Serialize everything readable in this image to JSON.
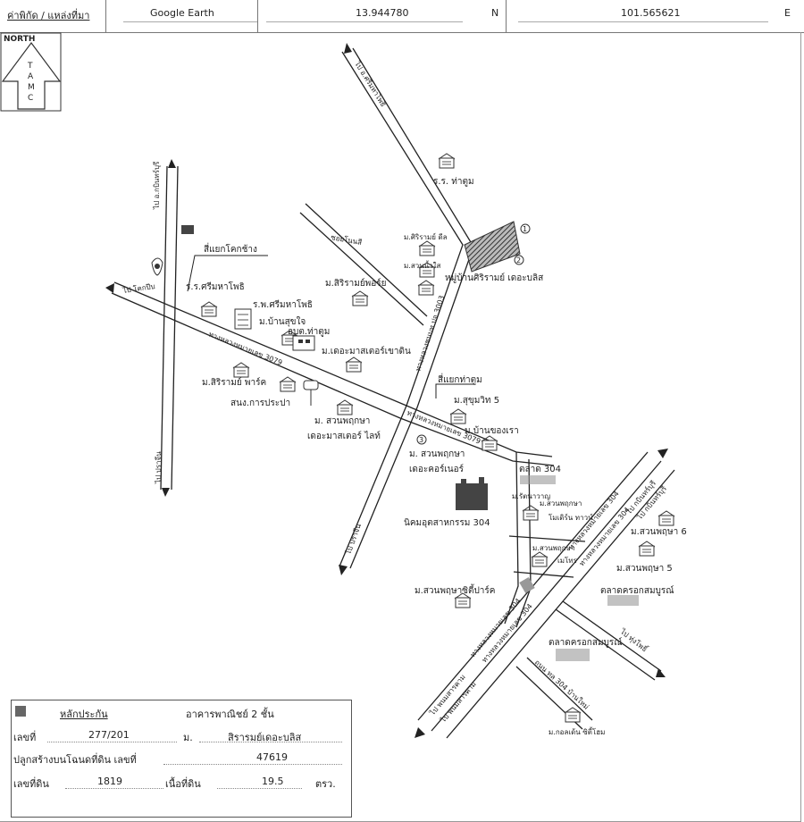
{
  "header": {
    "label": "ค่าพิกัด / แหล่งที่มา",
    "source": "Google Earth",
    "lat": "13.944780",
    "lat_dir": "N",
    "lon": "101.565621",
    "lon_dir": "E"
  },
  "north": {
    "title": "NORTH",
    "letters": [
      "T",
      "A",
      "M",
      "C"
    ]
  },
  "roads": {
    "r_sriphrao": "ไป อ.ศรีมหาโพธิ",
    "r_kabinburi_top": "ไป อ.กบินทร์บุรี",
    "r_khokpip": "ไป โคกปีบ",
    "r_prachin_left": "ไป ปราจีน",
    "r_prachin_bottom": "ไป ปราจีน",
    "r_kabinburi_right1": "ไป กบินทร์บุรี",
    "r_kabinburi_right2": "ไป กบินทร์บุรี",
    "r_nonsi": "ซอยโนนสี",
    "hw3079_a": "ทางหลวงหมายเลข 3079",
    "hw3079_b": "ทางหลวงหมายเลข 3079",
    "hw_north": "ทางหลวงชนบท ปจ.3003",
    "hw304_a": "ทางหลวงหมายเลข 304",
    "hw304_b": "ทางหลวงหมายเลข 304",
    "hw304_c": "ทางหลวงหมายเลข 304",
    "hw304_d": "ทางหลวงหมายเลข 304",
    "r_bottom_left1": "ไป พนมสารคาม",
    "r_bottom_left2": "ไป พนมสารคาม",
    "r_bottom_mid": "ถนน ทล 304 บ้านใหม่",
    "r_bottom_right": "ไป ทุ่งโพธิ์"
  },
  "places": {
    "thakham_school": "ร.ร. ท่าตูม",
    "subject": "หมู่บ้านศิริรามย์ เดอะบลิส",
    "sirirom_deal": "ม.ศิริรามย์ ดีล",
    "suanmai": "ม.สวนน้ำใส",
    "sirirom_phrai": "ม.สิริรามย์พอร์ย",
    "khokchang": "สี่แยกโคกช้าง",
    "srimaha_school": "ร.ร.ศรีมหาโพธิ",
    "srimaha_hosp": "ร.พ.ศรีมหาโพธิ",
    "baansukjai": "ม.บ้านสุขใจ",
    "amphoe": "อบต.ท่าตูม",
    "themaster": "ม.เดอะมาสเตอร์เขาดิน",
    "siriram_park": "ม.สิริรามย์ พาร์ค",
    "water": "สนง.การประปา",
    "suanphrug1": "ม. สวนพฤกษา",
    "suanphrug1b": "เดอะมาสเตอร์ ไลท์",
    "thatoom_jct": "สี่แยกท่าตูม",
    "sukhumvit": "ม.สุขุมวิท 5",
    "baankhong": "ม.บ้านของเรา",
    "suanphrug2": "ม. สวนพฤกษา",
    "suanphrug2b": "เดอะคอร์เนอร์",
    "market304": "ตลาด 304",
    "rattana": "ม.รัตนาวาญ",
    "suanphrug_modern": "ม.สวนพฤกษา",
    "suanphrug_modern_b": "โมเดิร์น ทาวน์",
    "estate304": "นิคมอุตสาหกรรม 304",
    "suanphrug_metro": "ม.สวนพฤกษา",
    "suanphrug_metro_b": "เมโทร",
    "suanphrug6": "ม.สวนพฤษา 6",
    "suanphrug5": "ม.สวนพฤษา 5",
    "market_r": "ตลาดครอกสมบูรณ์",
    "citypark": "ม.สวนพฤษาซิตี้ปาร์ค",
    "market_k": "ตลาดครอกสมบูรณ์",
    "kolden": "ม.กอลเด้น ซิตี้โฮม"
  },
  "legend": {
    "title": "หลักประกัน",
    "building": "อาคารพาณิชย์ 2 ชั้น",
    "no_label": "เลขที่",
    "no_value": "277/201",
    "moo_label": "ม.",
    "moo_value": "สิรารมย์เดอะบลิส",
    "deed_label": "ปลูกสร้างบนโฉนดที่ดิน เลขที่",
    "deed_value": "47619",
    "land_label": "เลขที่ดิน",
    "land_value": "1819",
    "area_label": "เนื้อที่ดิน",
    "area_value": "19.5",
    "area_unit": "ตรว."
  },
  "colors": {
    "road": "#222222",
    "subject_fill": "#555555"
  }
}
